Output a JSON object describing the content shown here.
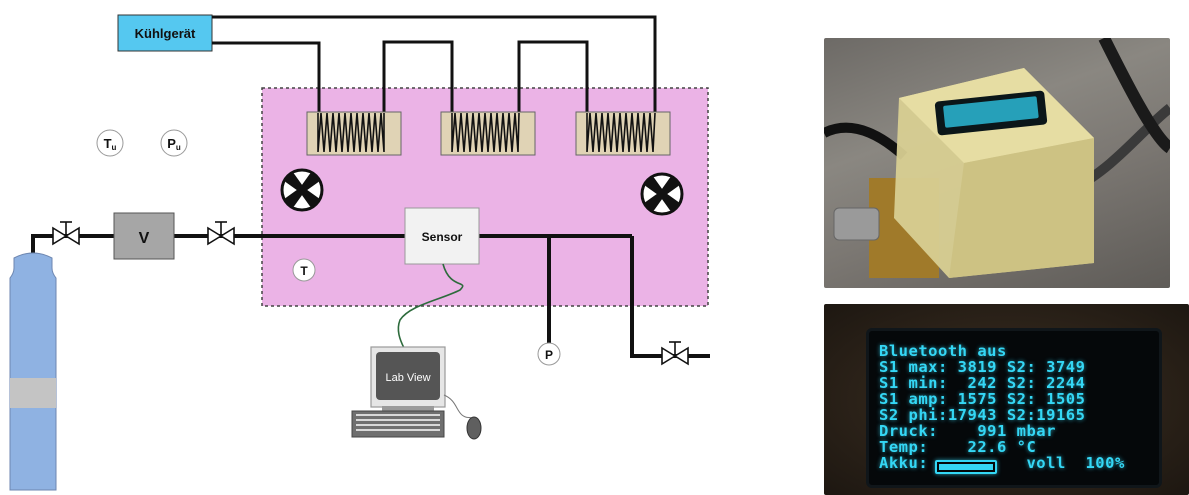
{
  "diagram": {
    "chiller_label": "Kühlgerät",
    "valve_box_label": "V",
    "sensor_label": "Sensor",
    "labview_label": "Lab View",
    "ambient_temp_symbol": "T",
    "ambient_temp_subscript": "u",
    "ambient_pressure_symbol": "P",
    "ambient_pressure_subscript": "u",
    "chamber_temp_label": "T",
    "pressure_label": "P",
    "chamber_color": "#ebb3e6",
    "chiller_color": "#55c8f0",
    "cylinder_color": "#8fb2e2"
  },
  "display": {
    "lines": [
      "Bluetooth aus",
      "S1 max: 3819 S2: 3749",
      "S1 min:  242 S2: 2244",
      "S1 amp: 1575 S2: 1505",
      "S2 phi:17943 S2:19165",
      "Druck:    991 mbar",
      "Temp:    22.6 °C",
      "Akku:          voll  100%"
    ],
    "text_color": "#34d7f5"
  }
}
